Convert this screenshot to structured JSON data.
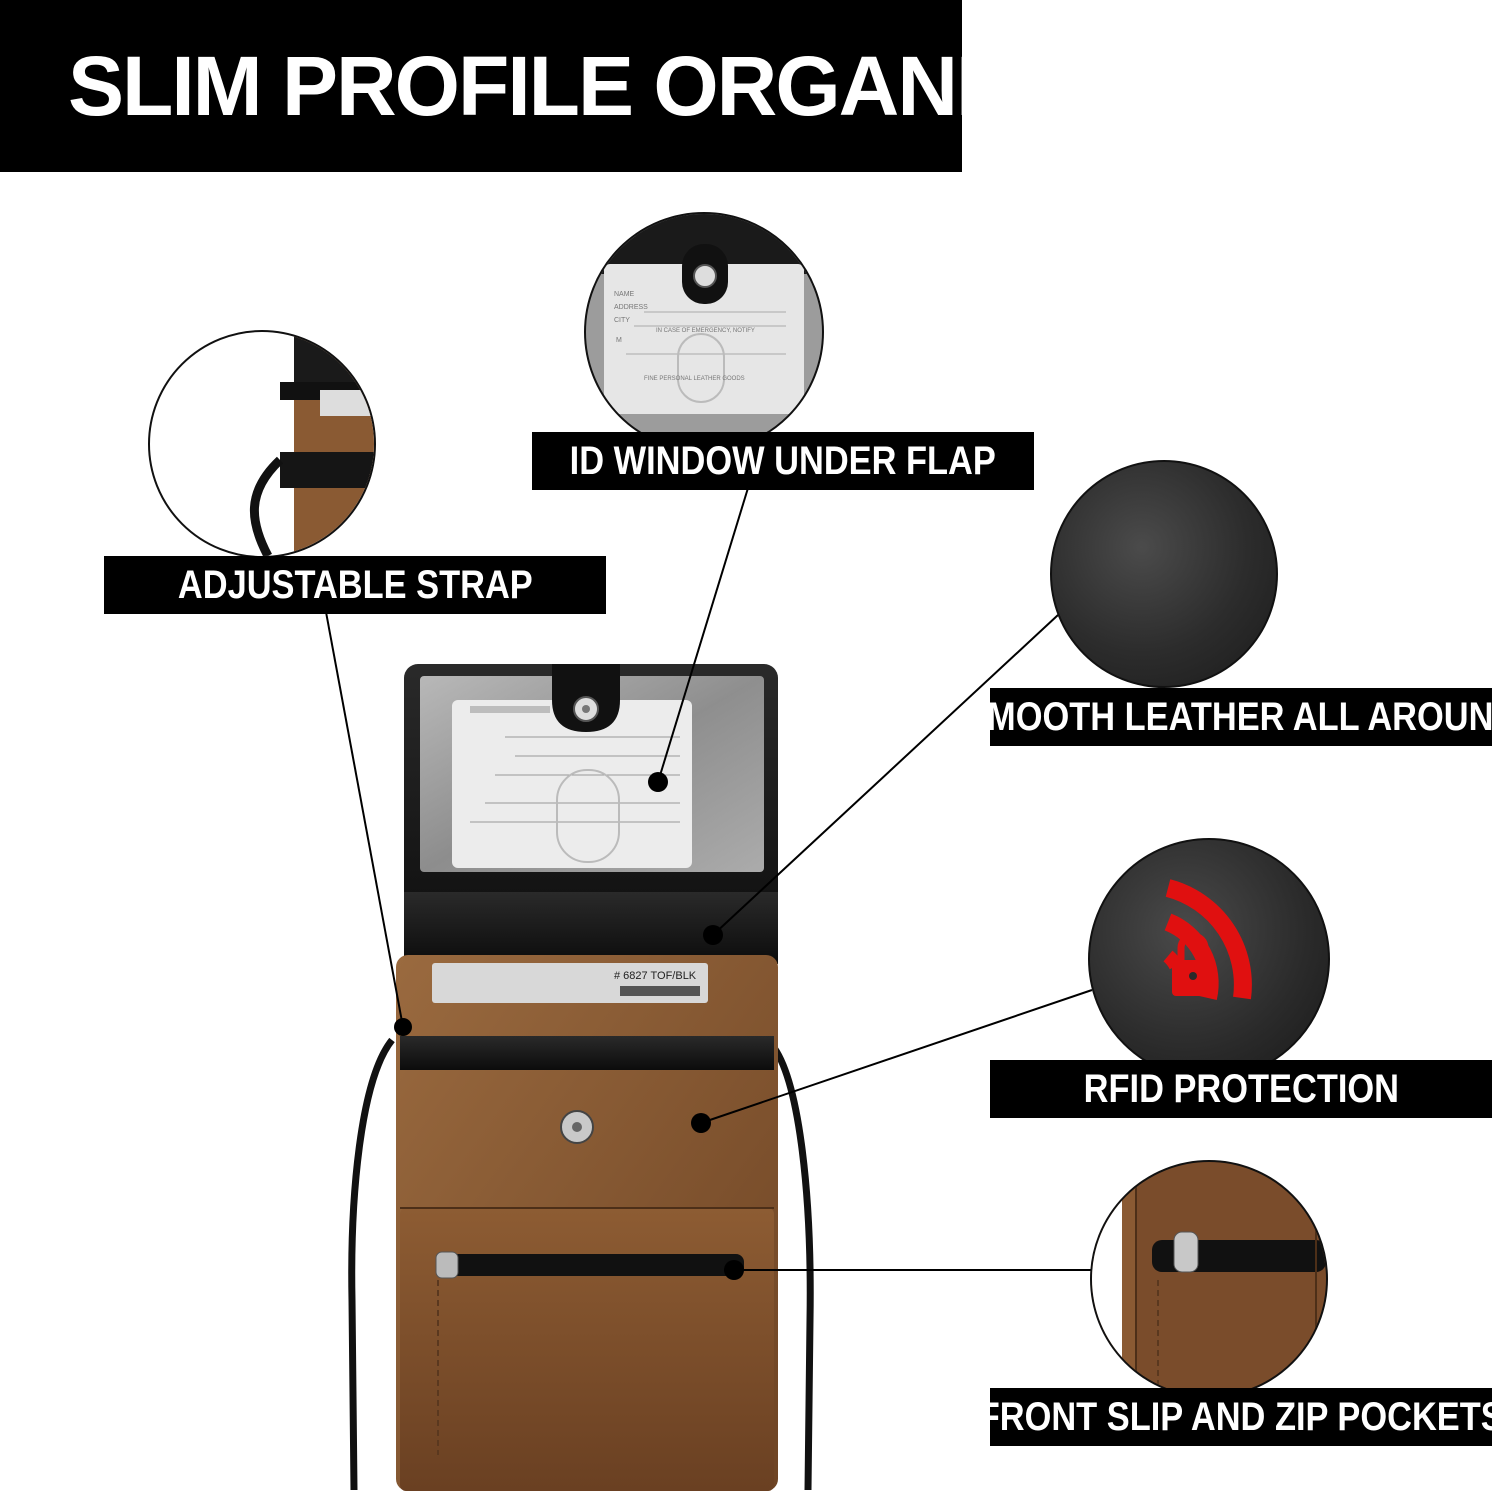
{
  "title": "SLIM PROFILE ORGANIZER",
  "callouts": {
    "id_window": "ID WINDOW UNDER FLAP",
    "strap": "ADJUSTABLE STRAP",
    "leather": "SMOOTH LEATHER ALL AROUND",
    "rfid": "RFID PROTECTION",
    "pockets": "FRONT SLIP AND ZIP POCKETS"
  },
  "id_card": {
    "name": "NAME",
    "address": "ADDRESS",
    "city": "CITY",
    "emergency": "IN CASE OF EMERGENCY, NOTIFY",
    "m": "M",
    "brand": "FINE PERSONAL LEATHER GOODS"
  },
  "sku_tag": "# 6827 TOF/BLK",
  "colors": {
    "banner": "#000000",
    "tan_leather": "#8a5a33",
    "black_leather": "#1a1a1a",
    "rfid_red": "#e01010"
  },
  "icons": [
    "rfid-lock-icon",
    "snap-button-icon",
    "zipper-icon"
  ]
}
